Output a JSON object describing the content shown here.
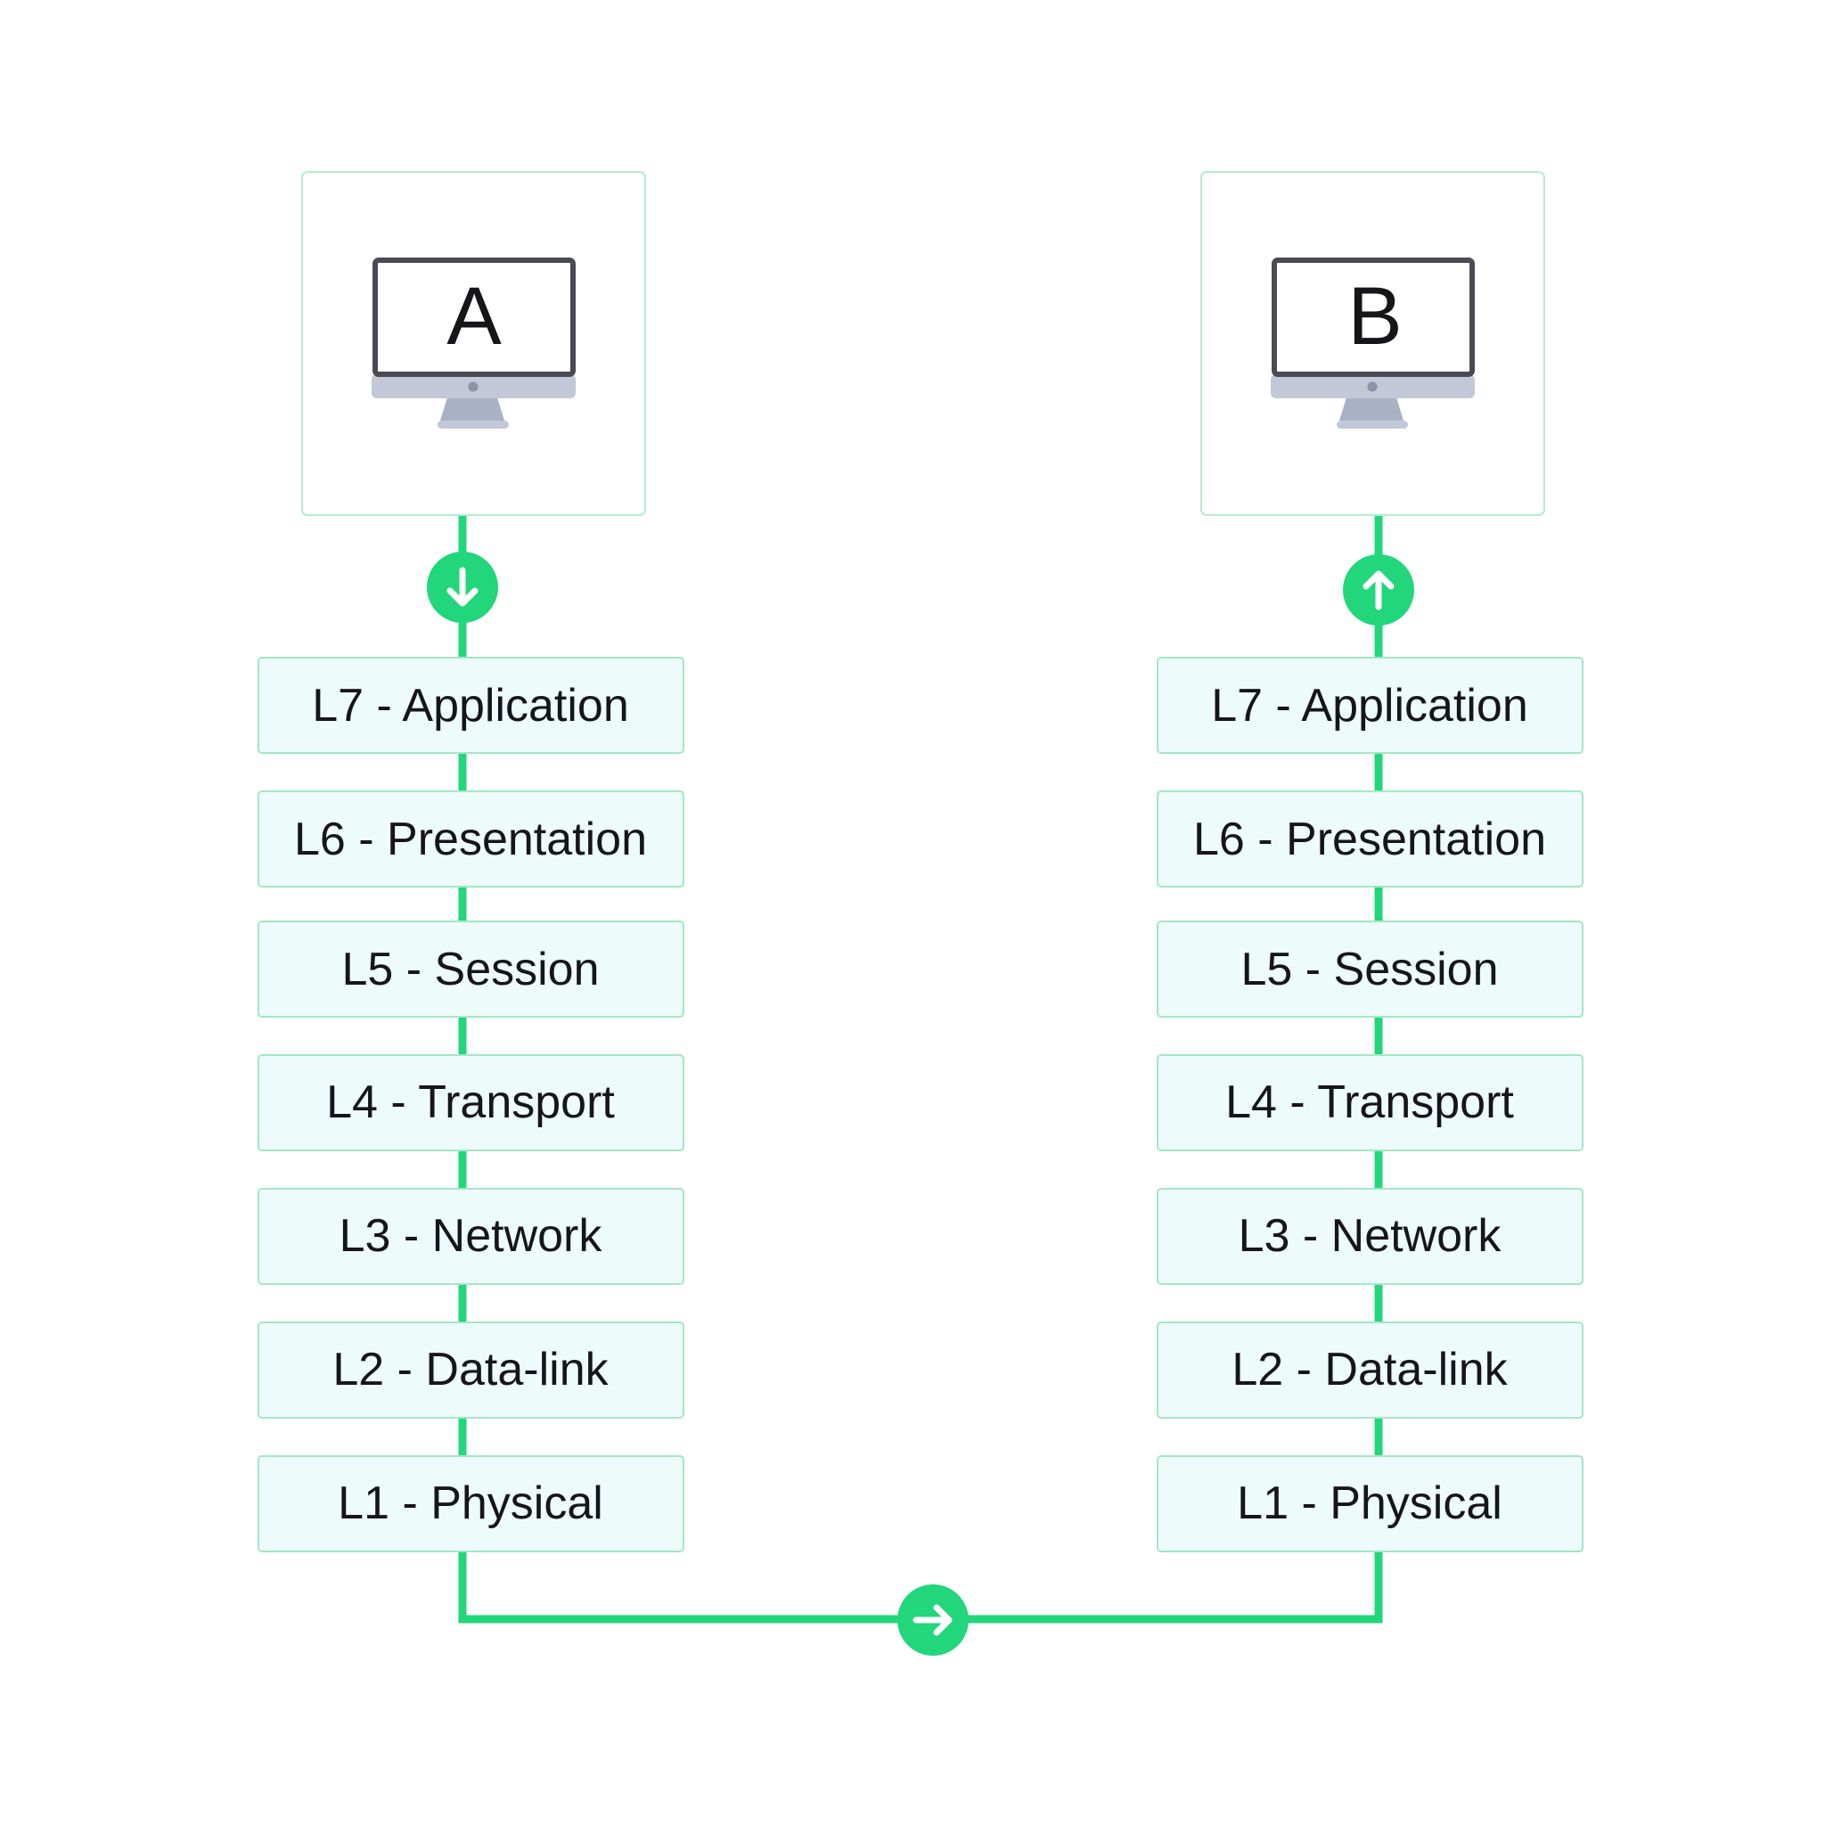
{
  "colors": {
    "accent": "#22d67c",
    "layer_fill": "#eefbfb",
    "layer_border": "#a2e8c4",
    "monitor_frame": "#4a4a55",
    "monitor_base": "#c2c8d8"
  },
  "hosts": [
    {
      "letter": "A",
      "direction_icon": "arrow-down-icon",
      "layers": [
        "L7 - Application",
        "L6 - Presentation",
        "L5 - Session",
        "L4 - Transport",
        "L3 - Network",
        "L2 - Data-link",
        "L1 - Physical"
      ]
    },
    {
      "letter": "B",
      "direction_icon": "arrow-up-icon",
      "layers": [
        "L7 - Application",
        "L6 - Presentation",
        "L5 - Session",
        "L4 - Transport",
        "L3 - Network",
        "L2 - Data-link",
        "L1 - Physical"
      ]
    }
  ],
  "transfer_icon": "arrow-right-icon"
}
